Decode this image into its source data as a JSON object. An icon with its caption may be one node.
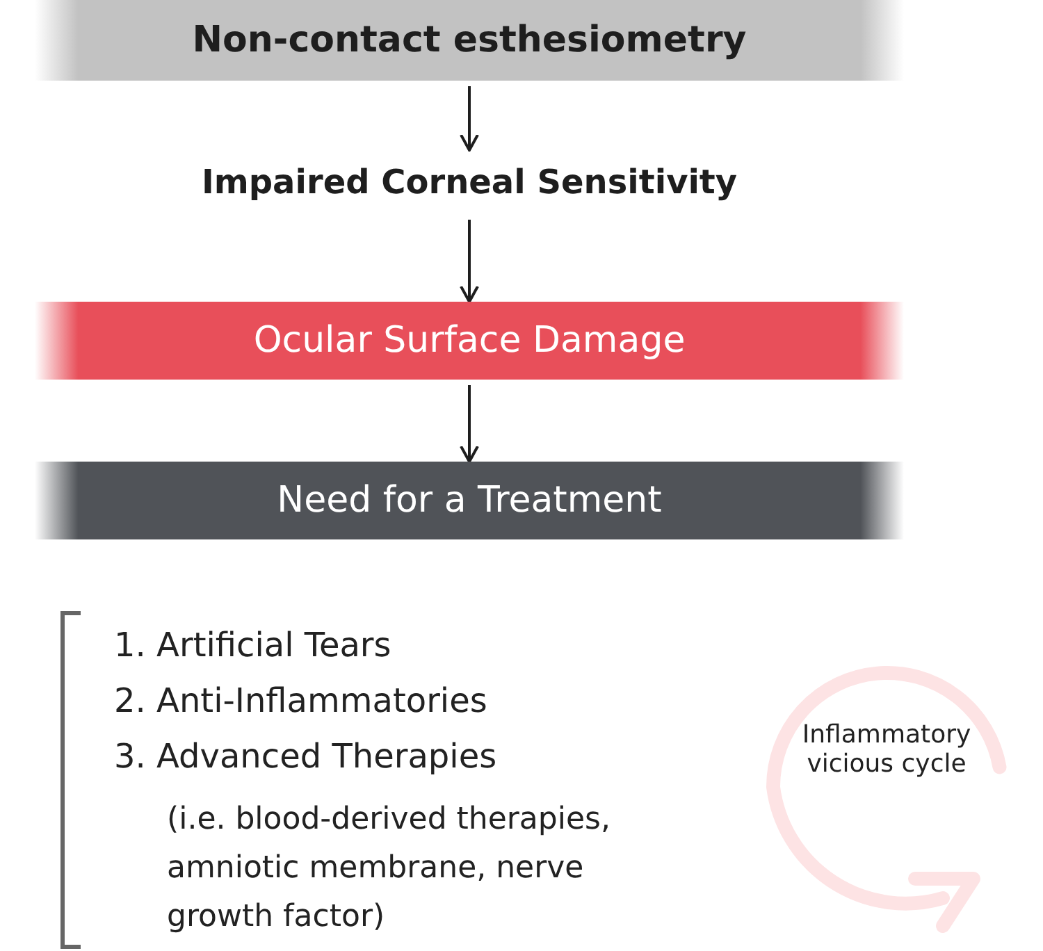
{
  "diagram": {
    "nodes": [
      {
        "text": [
          "Non-contact esthesiometry"
        ]
      },
      {
        "text": [
          "Impaired Corneal Sensitivity"
        ]
      },
      {
        "text": [
          "Ocular Surface Damage"
        ]
      },
      {
        "text": [
          "Need for a Treatment"
        ]
      }
    ],
    "edges": [
      {
        "from": 0,
        "to": 1,
        "arrow": "to"
      },
      {
        "from": 1,
        "to": 2,
        "arrow": "to"
      },
      {
        "from": 2,
        "to": 3,
        "arrow": "to"
      }
    ],
    "labels": [
      "1. Artificial Tears",
      "2. Anti-Inflammatories",
      "3. Advanced Therapies",
      "(i.e. blood-derived therapies, amniotic membrane, nerve growth factor)",
      "Inflammatory vicious cycle"
    ]
  }
}
